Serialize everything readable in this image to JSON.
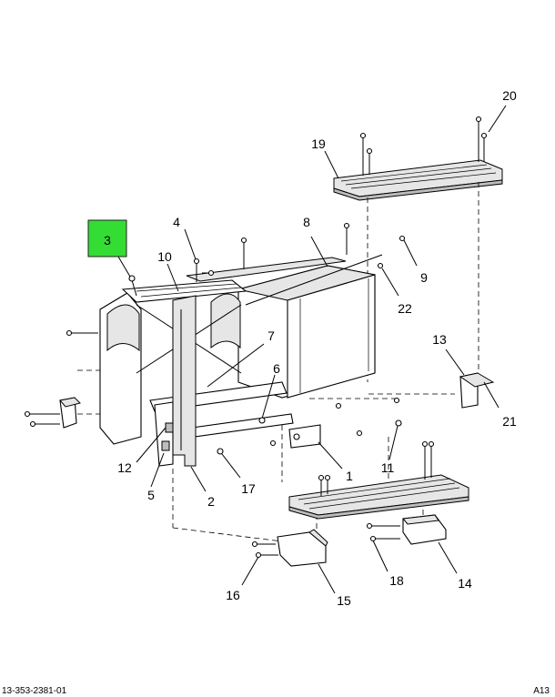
{
  "callouts": {
    "c1": "1",
    "c2": "2",
    "c3": "3",
    "c4": "4",
    "c5": "5",
    "c6": "6",
    "c7": "7",
    "c8": "8",
    "c9": "9",
    "c10": "10",
    "c11": "11",
    "c12": "12",
    "c13": "13",
    "c14": "14",
    "c15": "15",
    "c16": "16",
    "c17": "17",
    "c18": "18",
    "c19": "19",
    "c20": "20",
    "c21": "21",
    "c22": "22"
  },
  "highlight": {
    "label": "3",
    "color": "#33dd33"
  },
  "footer": {
    "left": "13-353-2381-01",
    "right": "A13"
  }
}
